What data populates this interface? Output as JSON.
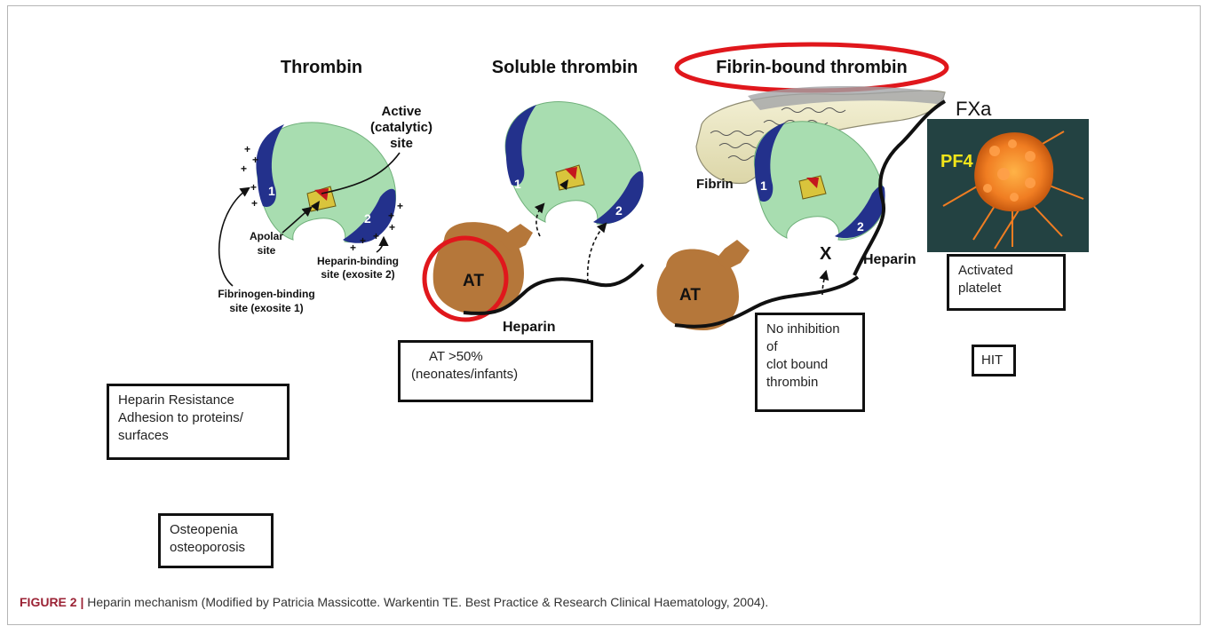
{
  "headers": {
    "thrombin": "Thrombin",
    "soluble": "Soluble thrombin",
    "fibrin_bound": "Fibrin-bound thrombin"
  },
  "labels": {
    "active_l1": "Active",
    "active_l2": "(catalytic)",
    "active_l3": "site",
    "apolar_l1": "Apolar",
    "apolar_l2": "site",
    "hep_binding_l1": "Heparin-binding",
    "hep_binding_l2": "site (exosite 2)",
    "fib_binding_l1": "Fibrinogen-binding",
    "fib_binding_l2": "site (exosite 1)",
    "exosite1": "1",
    "exosite2": "2",
    "plus": "+",
    "at": "AT",
    "heparin": "Heparin",
    "fibrin": "Fibrin",
    "fxa": "FXa",
    "pf4": "PF4",
    "x_mark": "X"
  },
  "boxes": {
    "at_box": [
      "AT >50%",
      "(neonates/infants)"
    ],
    "no_inhibition": [
      "No inhibition",
      "of",
      "clot bound",
      "thrombin"
    ],
    "activated_platelet": [
      "Activated",
      "platelet"
    ],
    "hit": [
      "HIT"
    ],
    "heparin_resistance": [
      "Heparin Resistance",
      "Adhesion  to proteins/",
      "surfaces"
    ],
    "osteopenia": [
      "Osteopenia",
      "osteoporosis"
    ]
  },
  "caption": {
    "figure": "FIGURE 2 |",
    "text": " Heparin mechanism (Modified by Patricia Massicotte. Warkentin TE. Best Practice & Research Clinical Haematology, 2004)."
  },
  "colors": {
    "thrombin_body": "#a8ddb0",
    "exosite": "#23318c",
    "at_body": "#b5773a",
    "highlight_ring": "#e0171c",
    "pocket_red": "#c4171e",
    "pocket_yellow": "#d9c43c",
    "platelet_bg": "#1f3a3d",
    "platelet_cell": "#f07d22"
  }
}
